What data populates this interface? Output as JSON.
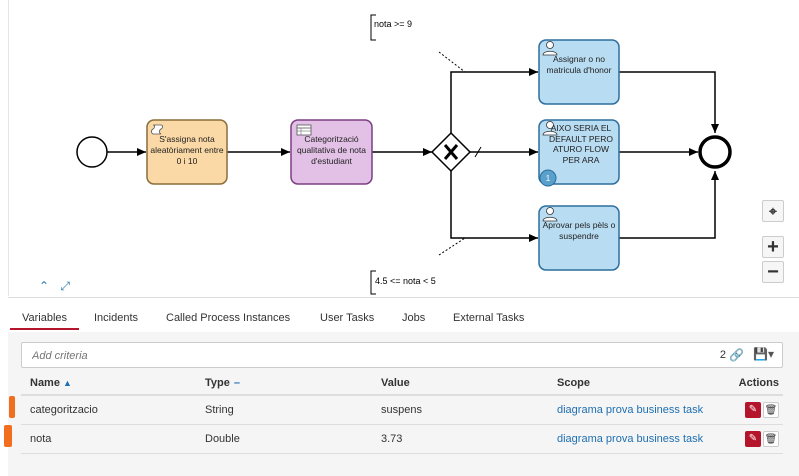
{
  "diagram": {
    "task_assign": "S'assigna nota aleatòriament entre 0 i 10",
    "task_categorize": "Categorització qualitativa de nota d'estudiant",
    "task_honor": "Assignar o no matricula d'honor",
    "task_default": "AIXO SERIA EL DEFAULT PERO ATURO FLOW PER ARA",
    "task_approve": "Aprovar pels pèls o suspendre",
    "badge_count": "1",
    "cond_top": "nota >= 9",
    "cond_bottom": "4.5 <= nota <  5"
  },
  "zoom": {
    "reset_icon": "crosshair-icon",
    "zoom_in": "+",
    "zoom_out": "−"
  },
  "tabs": [
    {
      "label": "Variables"
    },
    {
      "label": "Incidents"
    },
    {
      "label": "Called Process Instances"
    },
    {
      "label": "User Tasks"
    },
    {
      "label": "Jobs"
    },
    {
      "label": "External Tasks"
    }
  ],
  "search": {
    "placeholder": "Add criteria",
    "count": "2"
  },
  "table": {
    "headers": {
      "name": "Name",
      "type": "Type",
      "value": "Value",
      "scope": "Scope",
      "actions": "Actions"
    },
    "rows": [
      {
        "name": "categoritzacio",
        "type": "String",
        "value": "suspens",
        "scope": "diagrama prova business task"
      },
      {
        "name": "nota",
        "type": "Double",
        "value": "3.73",
        "scope": "diagrama prova business task"
      }
    ]
  },
  "colors": {
    "accent": "#b5152b",
    "link": "#1f6fb2",
    "task_blue": "#b8dcf2",
    "task_orange": "#fbd9a6",
    "task_purple": "#e3c1e6"
  }
}
